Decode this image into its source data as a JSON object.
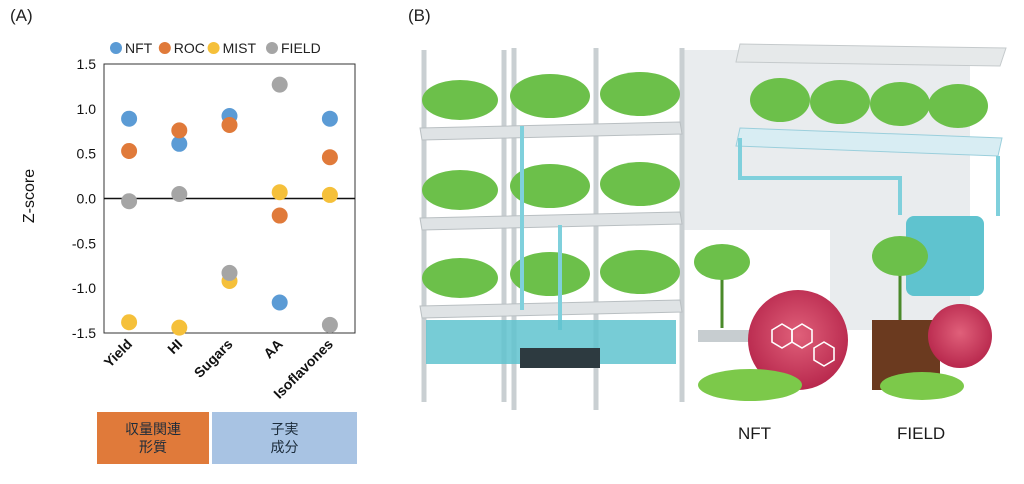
{
  "panels": {
    "a": "(A)",
    "b": "(B)"
  },
  "chart_data": {
    "type": "scatter",
    "ylabel": "Z-score",
    "xlabel": "",
    "categories": [
      "Yield",
      "HI",
      "Sugars",
      "AA",
      "Isoflavones"
    ],
    "ylim": [
      -1.5,
      1.5
    ],
    "yticks": [
      "1.5",
      "1.0",
      "0.5",
      "0.0",
      "-0.5",
      "-1.0",
      "-1.5"
    ],
    "grid": false,
    "legend_position": "top",
    "series": [
      {
        "name": "NFT",
        "color": "#5b9bd5",
        "values": [
          0.89,
          0.61,
          0.92,
          -1.16,
          0.89
        ]
      },
      {
        "name": "ROC",
        "color": "#e07a3a",
        "values": [
          0.53,
          0.76,
          0.82,
          -0.19,
          0.46
        ]
      },
      {
        "name": "MIST",
        "color": "#f5c03a",
        "values": [
          -1.38,
          -1.44,
          -0.92,
          0.07,
          0.04
        ]
      },
      {
        "name": "FIELD",
        "color": "#a5a5a5",
        "values": [
          -0.03,
          0.05,
          -0.83,
          1.27,
          -1.41
        ]
      }
    ]
  },
  "category_groups": [
    {
      "label_lines": [
        "収量関連",
        "形質"
      ],
      "color": "#e07a3a"
    },
    {
      "label_lines": [
        "子実",
        "成分"
      ],
      "color": "#a8c3e3"
    }
  ],
  "illustration": {
    "captions": [
      "NFT",
      "FIELD"
    ]
  }
}
